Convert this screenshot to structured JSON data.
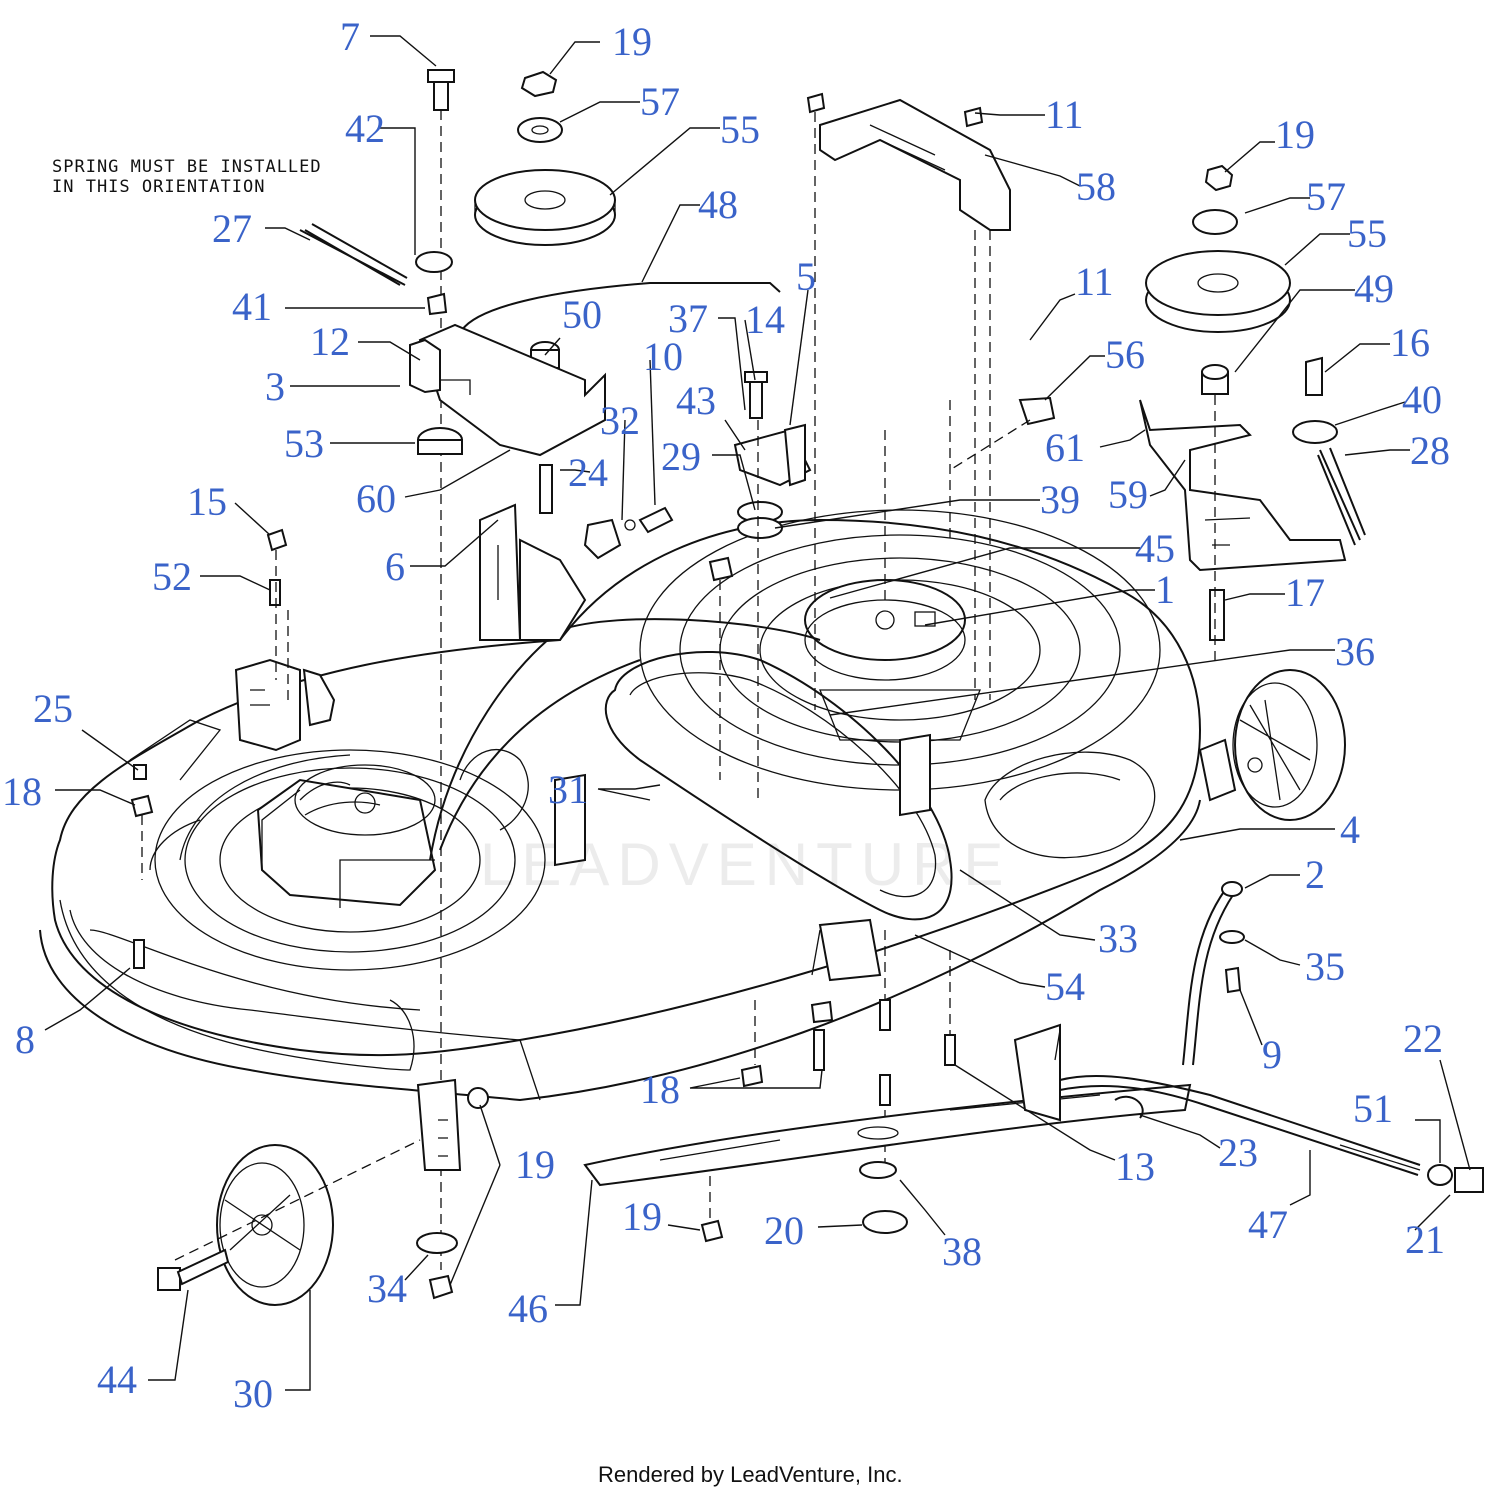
{
  "note": {
    "line1": "SPRING MUST BE INSTALLED",
    "line2": "IN THIS ORIENTATION"
  },
  "watermark": "LEADVENTURE",
  "footer": "Rendered by LeadVenture, Inc.",
  "callouts": [
    {
      "label": "7"
    },
    {
      "label": "19"
    },
    {
      "label": "57"
    },
    {
      "label": "55"
    },
    {
      "label": "42"
    },
    {
      "label": "27"
    },
    {
      "label": "48"
    },
    {
      "label": "41"
    },
    {
      "label": "50"
    },
    {
      "label": "12"
    },
    {
      "label": "3"
    },
    {
      "label": "53"
    },
    {
      "label": "60"
    },
    {
      "label": "10"
    },
    {
      "label": "32"
    },
    {
      "label": "24"
    },
    {
      "label": "37"
    },
    {
      "label": "14"
    },
    {
      "label": "5"
    },
    {
      "label": "43"
    },
    {
      "label": "29"
    },
    {
      "label": "11"
    },
    {
      "label": "58"
    },
    {
      "label": "11"
    },
    {
      "label": "56"
    },
    {
      "label": "19"
    },
    {
      "label": "57"
    },
    {
      "label": "55"
    },
    {
      "label": "49"
    },
    {
      "label": "16"
    },
    {
      "label": "40"
    },
    {
      "label": "28"
    },
    {
      "label": "61"
    },
    {
      "label": "59"
    },
    {
      "label": "39"
    },
    {
      "label": "45"
    },
    {
      "label": "1"
    },
    {
      "label": "17"
    },
    {
      "label": "36"
    },
    {
      "label": "15"
    },
    {
      "label": "52"
    },
    {
      "label": "6"
    },
    {
      "label": "25"
    },
    {
      "label": "18"
    },
    {
      "label": "31"
    },
    {
      "label": "4"
    },
    {
      "label": "2"
    },
    {
      "label": "35"
    },
    {
      "label": "33"
    },
    {
      "label": "54"
    },
    {
      "label": "9"
    },
    {
      "label": "8"
    },
    {
      "label": "18"
    },
    {
      "label": "13"
    },
    {
      "label": "22"
    },
    {
      "label": "51"
    },
    {
      "label": "23"
    },
    {
      "label": "19"
    },
    {
      "label": "19"
    },
    {
      "label": "20"
    },
    {
      "label": "38"
    },
    {
      "label": "47"
    },
    {
      "label": "21"
    },
    {
      "label": "34"
    },
    {
      "label": "46"
    },
    {
      "label": "44"
    },
    {
      "label": "30"
    }
  ]
}
